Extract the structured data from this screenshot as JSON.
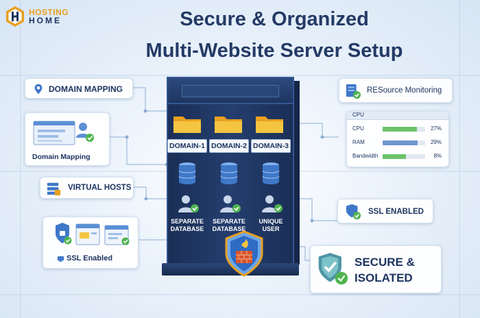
{
  "brand": {
    "line1": "HOSTING",
    "line2": "HOME"
  },
  "title": {
    "line1": "Secure & Organized",
    "line2": "Multi-Website Server Setup"
  },
  "left": {
    "domain_mapping_header": "DOMAIN MAPPING",
    "domain_mapping_caption": "Domain Mapping",
    "virtual_hosts": "VIRTUAL HOSTS",
    "ssl_caption": "SSL Enabled"
  },
  "server": {
    "domains": [
      "DOMAIN-1",
      "DOMAIN-2",
      "DOMAIN-3"
    ],
    "users": [
      {
        "line1": "SEPARATE",
        "line2": "DATABASE"
      },
      {
        "line1": "SEPARATE",
        "line2": "DATABASE"
      },
      {
        "line1": "UNIQUE",
        "line2": "USER"
      }
    ]
  },
  "right": {
    "resource_title": "RESource Monitoring",
    "panel_header": "CPU",
    "resources": [
      {
        "label": "CPU",
        "value": "27%",
        "fraction": 0.8,
        "color": "#6cc36a"
      },
      {
        "label": "RAM",
        "value": "29%",
        "fraction": 0.82,
        "color": "#6f95cf"
      },
      {
        "label": "Bandwidth",
        "value": "8%",
        "fraction": 0.55,
        "color": "#6cc36a"
      }
    ],
    "ssl_enabled": "SSL ENABLED",
    "secure_line1": "SECURE &",
    "secure_line2": "ISOLATED"
  },
  "colors": {
    "navy": "#1d3460",
    "check_green": "#4fb44f",
    "folder_yellow": "#f5c542",
    "accent_orange": "#e8a020"
  }
}
